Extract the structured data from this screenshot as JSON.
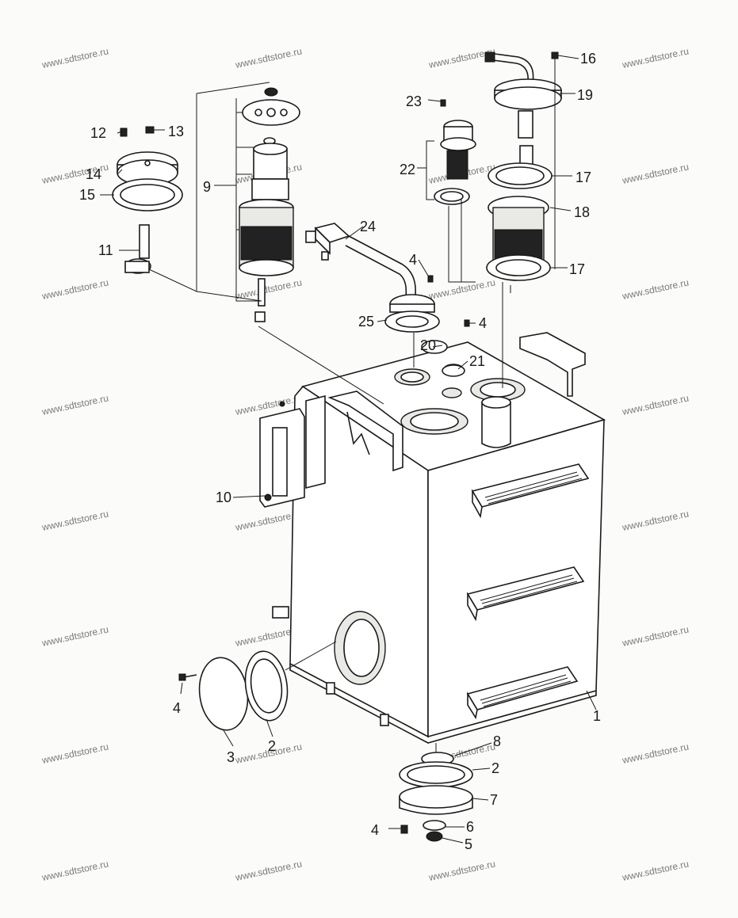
{
  "watermark": "www.sdtstore.ru",
  "labels": {
    "p1": "1",
    "p2a": "2",
    "p2b": "2",
    "p3": "3",
    "p4a": "4",
    "p4b": "4",
    "p4c": "4",
    "p4d": "4",
    "p5": "5",
    "p6": "6",
    "p7": "7",
    "p8": "8",
    "p9": "9",
    "p10": "10",
    "p11": "11",
    "p12": "12",
    "p13": "13",
    "p14": "14",
    "p15": "15",
    "p16": "16",
    "p17a": "17",
    "p17b": "17",
    "p18": "18",
    "p19": "19",
    "p20": "20",
    "p21": "21",
    "p22": "22",
    "p23": "23",
    "p24": "24",
    "p25": "25"
  }
}
